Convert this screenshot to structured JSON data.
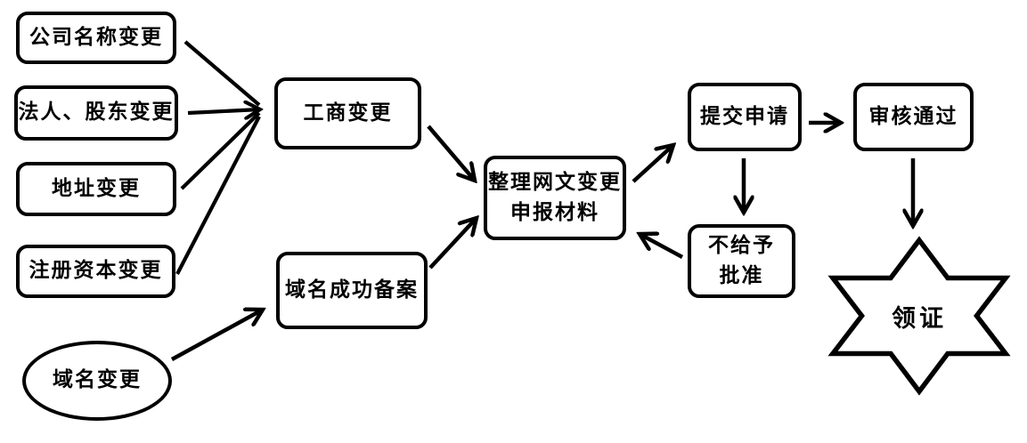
{
  "diagram": {
    "type": "flowchart",
    "background_color": "#ffffff",
    "line_color": "#000000",
    "text_color": "#000000",
    "nodes": {
      "company_name": {
        "label": "公司名称变更",
        "shape": "rounded-rect"
      },
      "legal_shareholder": {
        "label": "法人、股东变更",
        "shape": "rounded-rect"
      },
      "address": {
        "label": "地址变更",
        "shape": "rounded-rect"
      },
      "registered_capital": {
        "label": "注册资本变更",
        "shape": "rounded-rect"
      },
      "domain_change": {
        "label": "域名变更",
        "shape": "ellipse"
      },
      "business_change": {
        "label": "工商变更",
        "shape": "rounded-rect"
      },
      "domain_filed": {
        "label": "域名成功备案",
        "shape": "rounded-rect"
      },
      "prepare_materials": {
        "label_line1": "整理网文变更",
        "label_line2": "申报材料",
        "shape": "rounded-rect"
      },
      "submit": {
        "label": "提交申请",
        "shape": "rounded-rect"
      },
      "approved": {
        "label": "审核通过",
        "shape": "rounded-rect"
      },
      "rejected": {
        "label_line1": "不给予",
        "label_line2": "批准",
        "shape": "rounded-rect"
      },
      "certificate": {
        "label": "领证",
        "shape": "six-pointed-star"
      }
    },
    "edges": [
      {
        "from": "company_name",
        "to": "business_change"
      },
      {
        "from": "legal_shareholder",
        "to": "business_change"
      },
      {
        "from": "address",
        "to": "business_change"
      },
      {
        "from": "registered_capital",
        "to": "business_change"
      },
      {
        "from": "domain_change",
        "to": "domain_filed"
      },
      {
        "from": "business_change",
        "to": "prepare_materials"
      },
      {
        "from": "domain_filed",
        "to": "prepare_materials"
      },
      {
        "from": "prepare_materials",
        "to": "submit"
      },
      {
        "from": "submit",
        "to": "approved"
      },
      {
        "from": "submit",
        "to": "rejected"
      },
      {
        "from": "rejected",
        "to": "prepare_materials"
      },
      {
        "from": "approved",
        "to": "certificate"
      }
    ]
  }
}
